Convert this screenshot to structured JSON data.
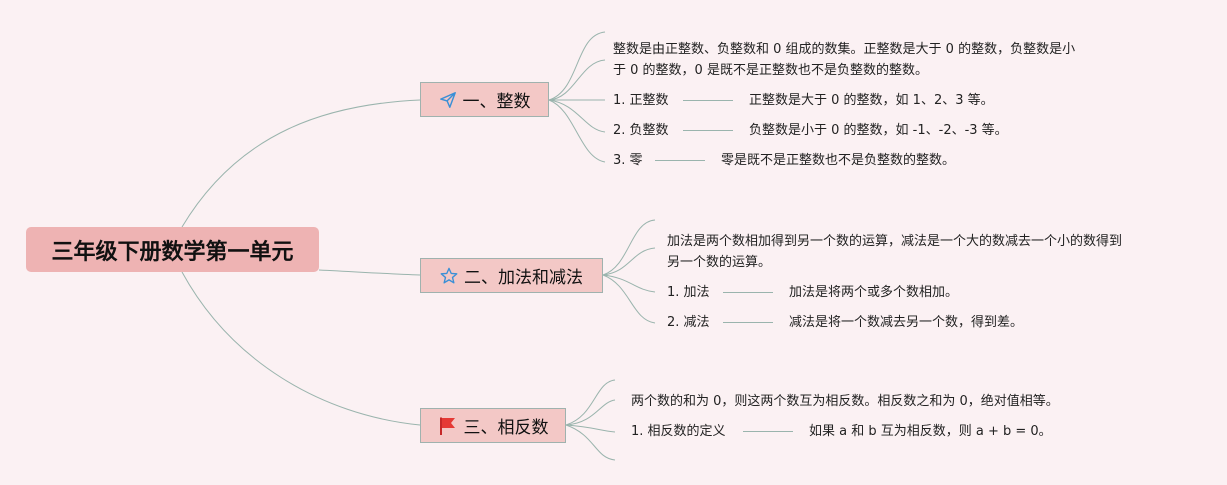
{
  "root": {
    "label": "三年级下册数学第一单元"
  },
  "branches": [
    {
      "label": "一、整数",
      "icon": "paper-plane-icon",
      "description": [
        "整数是由正整数、负整数和 0 组成的数集。正整数是大于 0 的整数，负整数是小",
        "于 0 的整数，0 是既不是正整数也不是负整数的整数。"
      ],
      "items": [
        {
          "term": "1. 正整数",
          "detail": "正整数是大于 0 的整数，如 1、2、3 等。"
        },
        {
          "term": "2. 负整数",
          "detail": "负整数是小于 0 的整数，如 -1、-2、-3 等。"
        },
        {
          "term": "3. 零",
          "detail": "零是既不是正整数也不是负整数的整数。"
        }
      ]
    },
    {
      "label": "二、加法和减法",
      "icon": "star-icon",
      "description": [
        "加法是两个数相加得到另一个数的运算，减法是一个大的数减去一个小的数得到",
        "另一个数的运算。"
      ],
      "items": [
        {
          "term": "1. 加法",
          "detail": "加法是将两个或多个数相加。"
        },
        {
          "term": "2. 减法",
          "detail": "减法是将一个数减去另一个数，得到差。"
        }
      ]
    },
    {
      "label": "三、相反数",
      "icon": "flag-icon",
      "description": [
        "两个数的和为 0，则这两个数互为相反数。相反数之和为 0，绝对值相等。"
      ],
      "items": [
        {
          "term": "1. 相反数的定义",
          "detail": "如果 a 和 b 互为相反数，则 a + b = 0。"
        }
      ]
    }
  ],
  "colors": {
    "background": "#fbf1f3",
    "root": "#eeb3b3",
    "branch": "#f3c8c6",
    "line": "#9ab4ad",
    "flag": "#e53935",
    "icon_blue": "#3a8fd6"
  }
}
